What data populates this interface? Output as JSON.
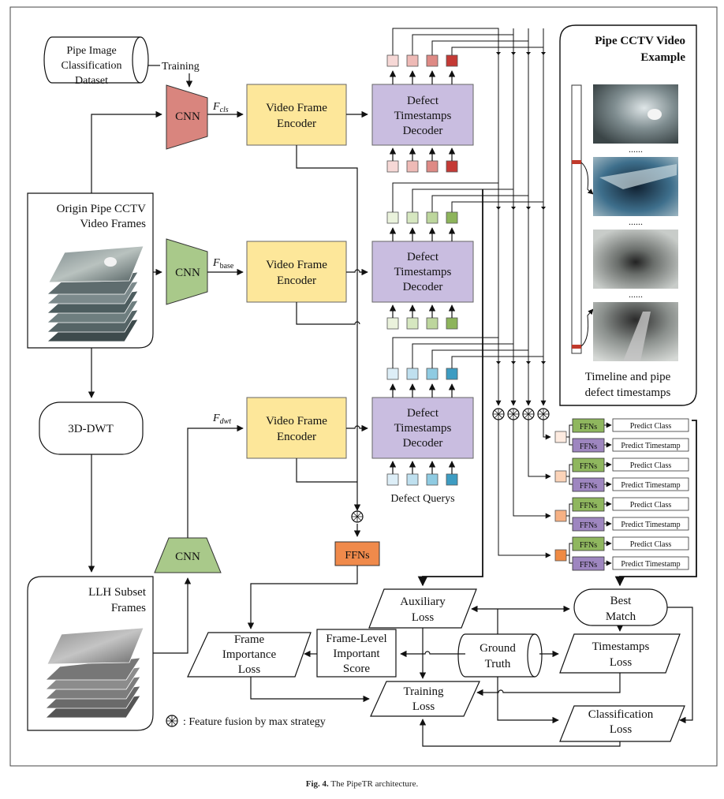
{
  "caption": {
    "label": "Fig. 4.",
    "text": "The PipeTR architecture."
  },
  "dataset": {
    "lines": [
      "Pipe Image",
      "Classification",
      "Dataset"
    ]
  },
  "training_label": "Training",
  "origin_frames": {
    "lines": [
      "Origin Pipe CCTV",
      "Video Frames"
    ]
  },
  "dwt": "3D-DWT",
  "llh": {
    "lines": [
      "LLH Subset",
      "Frames"
    ]
  },
  "cnn_label": "CNN",
  "encoder": {
    "lines": [
      "Video Frame",
      "Encoder"
    ]
  },
  "decoder": {
    "lines": [
      "Defect",
      "Timestamps",
      "Decoder"
    ]
  },
  "features": {
    "cls": {
      "main": "F",
      "sub": "cls"
    },
    "base": {
      "main": "F",
      "sub": "base"
    },
    "dwt": {
      "main": "F",
      "sub": "dwt"
    }
  },
  "defect_queries": "Defect Querys",
  "ffns_label": "FFNs",
  "predict_class": "Predict Class",
  "predict_timestamp": "Predict Timestamp",
  "example": {
    "title_lines": [
      "Pipe CCTV Video",
      "Example"
    ],
    "dots": "......",
    "caption_lines": [
      "Timeline and pipe",
      "defect timestamps"
    ]
  },
  "losses": {
    "auxiliary": [
      "Auxiliary",
      "Loss"
    ],
    "best_match": [
      "Best",
      "Match"
    ],
    "timestamps": [
      "Timestamps",
      "Loss"
    ],
    "ground_truth": [
      "Ground",
      "Truth"
    ],
    "frame_level": [
      "Frame-Level",
      "Important",
      "Score"
    ],
    "frame_importance": [
      "Frame",
      "Importance",
      "Loss"
    ],
    "training": [
      "Training",
      "Loss"
    ],
    "classification": [
      "Classification",
      "Loss"
    ]
  },
  "legend": ": Feature fusion by max strategy",
  "colors": {
    "cnn_red": "#d9857e",
    "cnn_green": "#a9c98a",
    "encoder": "#fde79a",
    "decoder": "#c9bde0",
    "ffn_orange": "#f08a4b",
    "ffn_green": "#8fb75e",
    "ffn_purple": "#9e86c0",
    "red_query": [
      "#f6d8d6",
      "#eebab6",
      "#de8a85",
      "#c43a35"
    ],
    "green_query": [
      "#eaf2dc",
      "#d6e7c0",
      "#bdd69d",
      "#8db45b"
    ],
    "blue_query": [
      "#ddeef7",
      "#bfe0ef",
      "#8fcbe2",
      "#3d9cc2"
    ],
    "orange_query": [
      "#fdebe0",
      "#fbd3b8",
      "#f6b184",
      "#ef8a43"
    ]
  }
}
